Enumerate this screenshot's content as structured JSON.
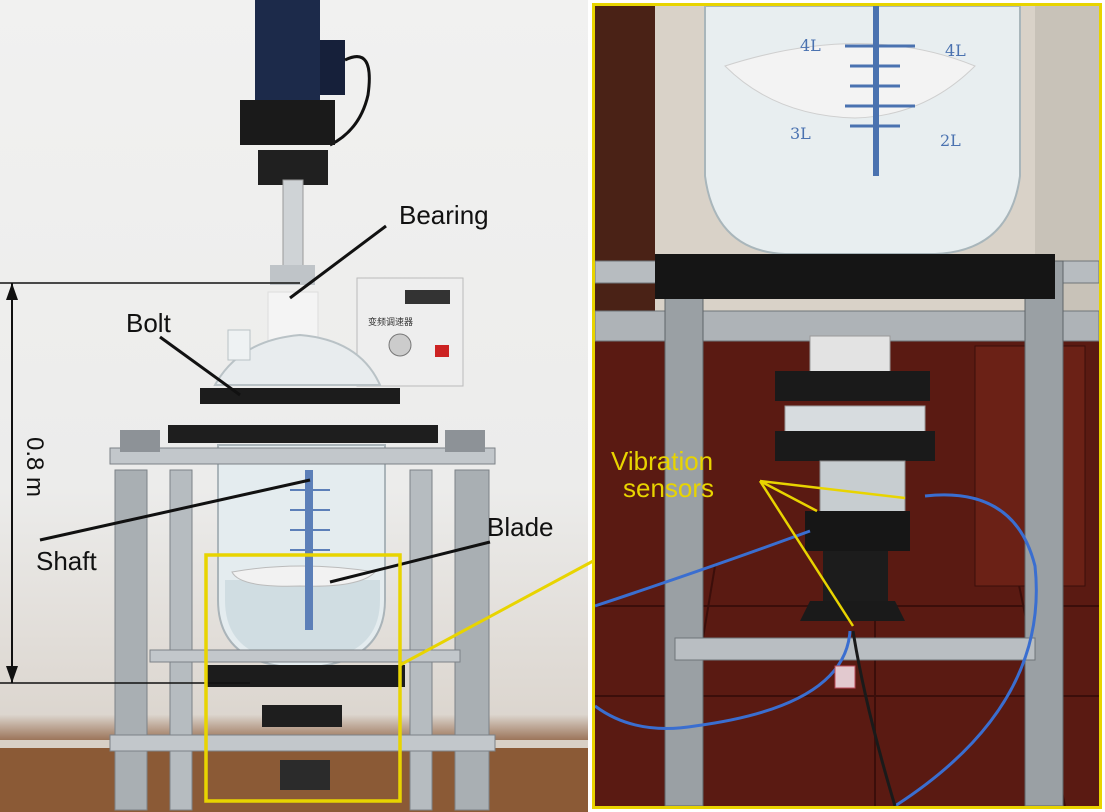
{
  "figure": {
    "labels": {
      "bearing": "Bearing",
      "bolt": "Bolt",
      "height": "0.8 m",
      "shaft": "Shaft",
      "blade": "Blade",
      "sensors_line1": "Vibration",
      "sensors_line2": "sensors"
    },
    "vessel_markings": {
      "top_left": "4L",
      "top_right": "4L",
      "bottom_left": "3L",
      "bottom_right": "2L"
    },
    "controller_text": "变频调速器"
  },
  "colors": {
    "highlight_box": "#e8d400",
    "label_text": "#111111",
    "sensor_text": "#e8d400",
    "floor": "#5a1a12"
  }
}
